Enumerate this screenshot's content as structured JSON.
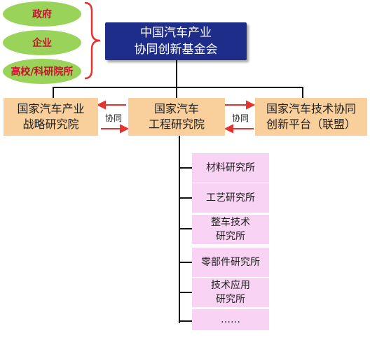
{
  "members": [
    {
      "label": "政府"
    },
    {
      "label": "企业"
    },
    {
      "label": "高校/科研院所"
    }
  ],
  "fund": {
    "label": "中国汽车产业\n协同创新基金会"
  },
  "institutes": {
    "strategy": "国家汽车产业\n战略研究院",
    "engineering": "国家汽车\n工程研究院",
    "platform": "国家汽车技术协同\n创新平台（联盟）"
  },
  "cooperation_label": "协同",
  "sub_institutes": [
    {
      "label": "材料研究所"
    },
    {
      "label": "工艺研究所"
    },
    {
      "label": "整车技术\n研究所"
    },
    {
      "label": "零部件研究所"
    },
    {
      "label": "技术应用\n研究所"
    },
    {
      "label": "……"
    }
  ],
  "colors": {
    "brace": "#e3342f",
    "arrow": "#e3342f",
    "fund_fill": "#1f2d8a",
    "peach_fill": "#f9cf9c",
    "pink_fill": "#f8d3f3",
    "oval_fill": "#9ad35a",
    "oval_text": "#c8102e"
  }
}
